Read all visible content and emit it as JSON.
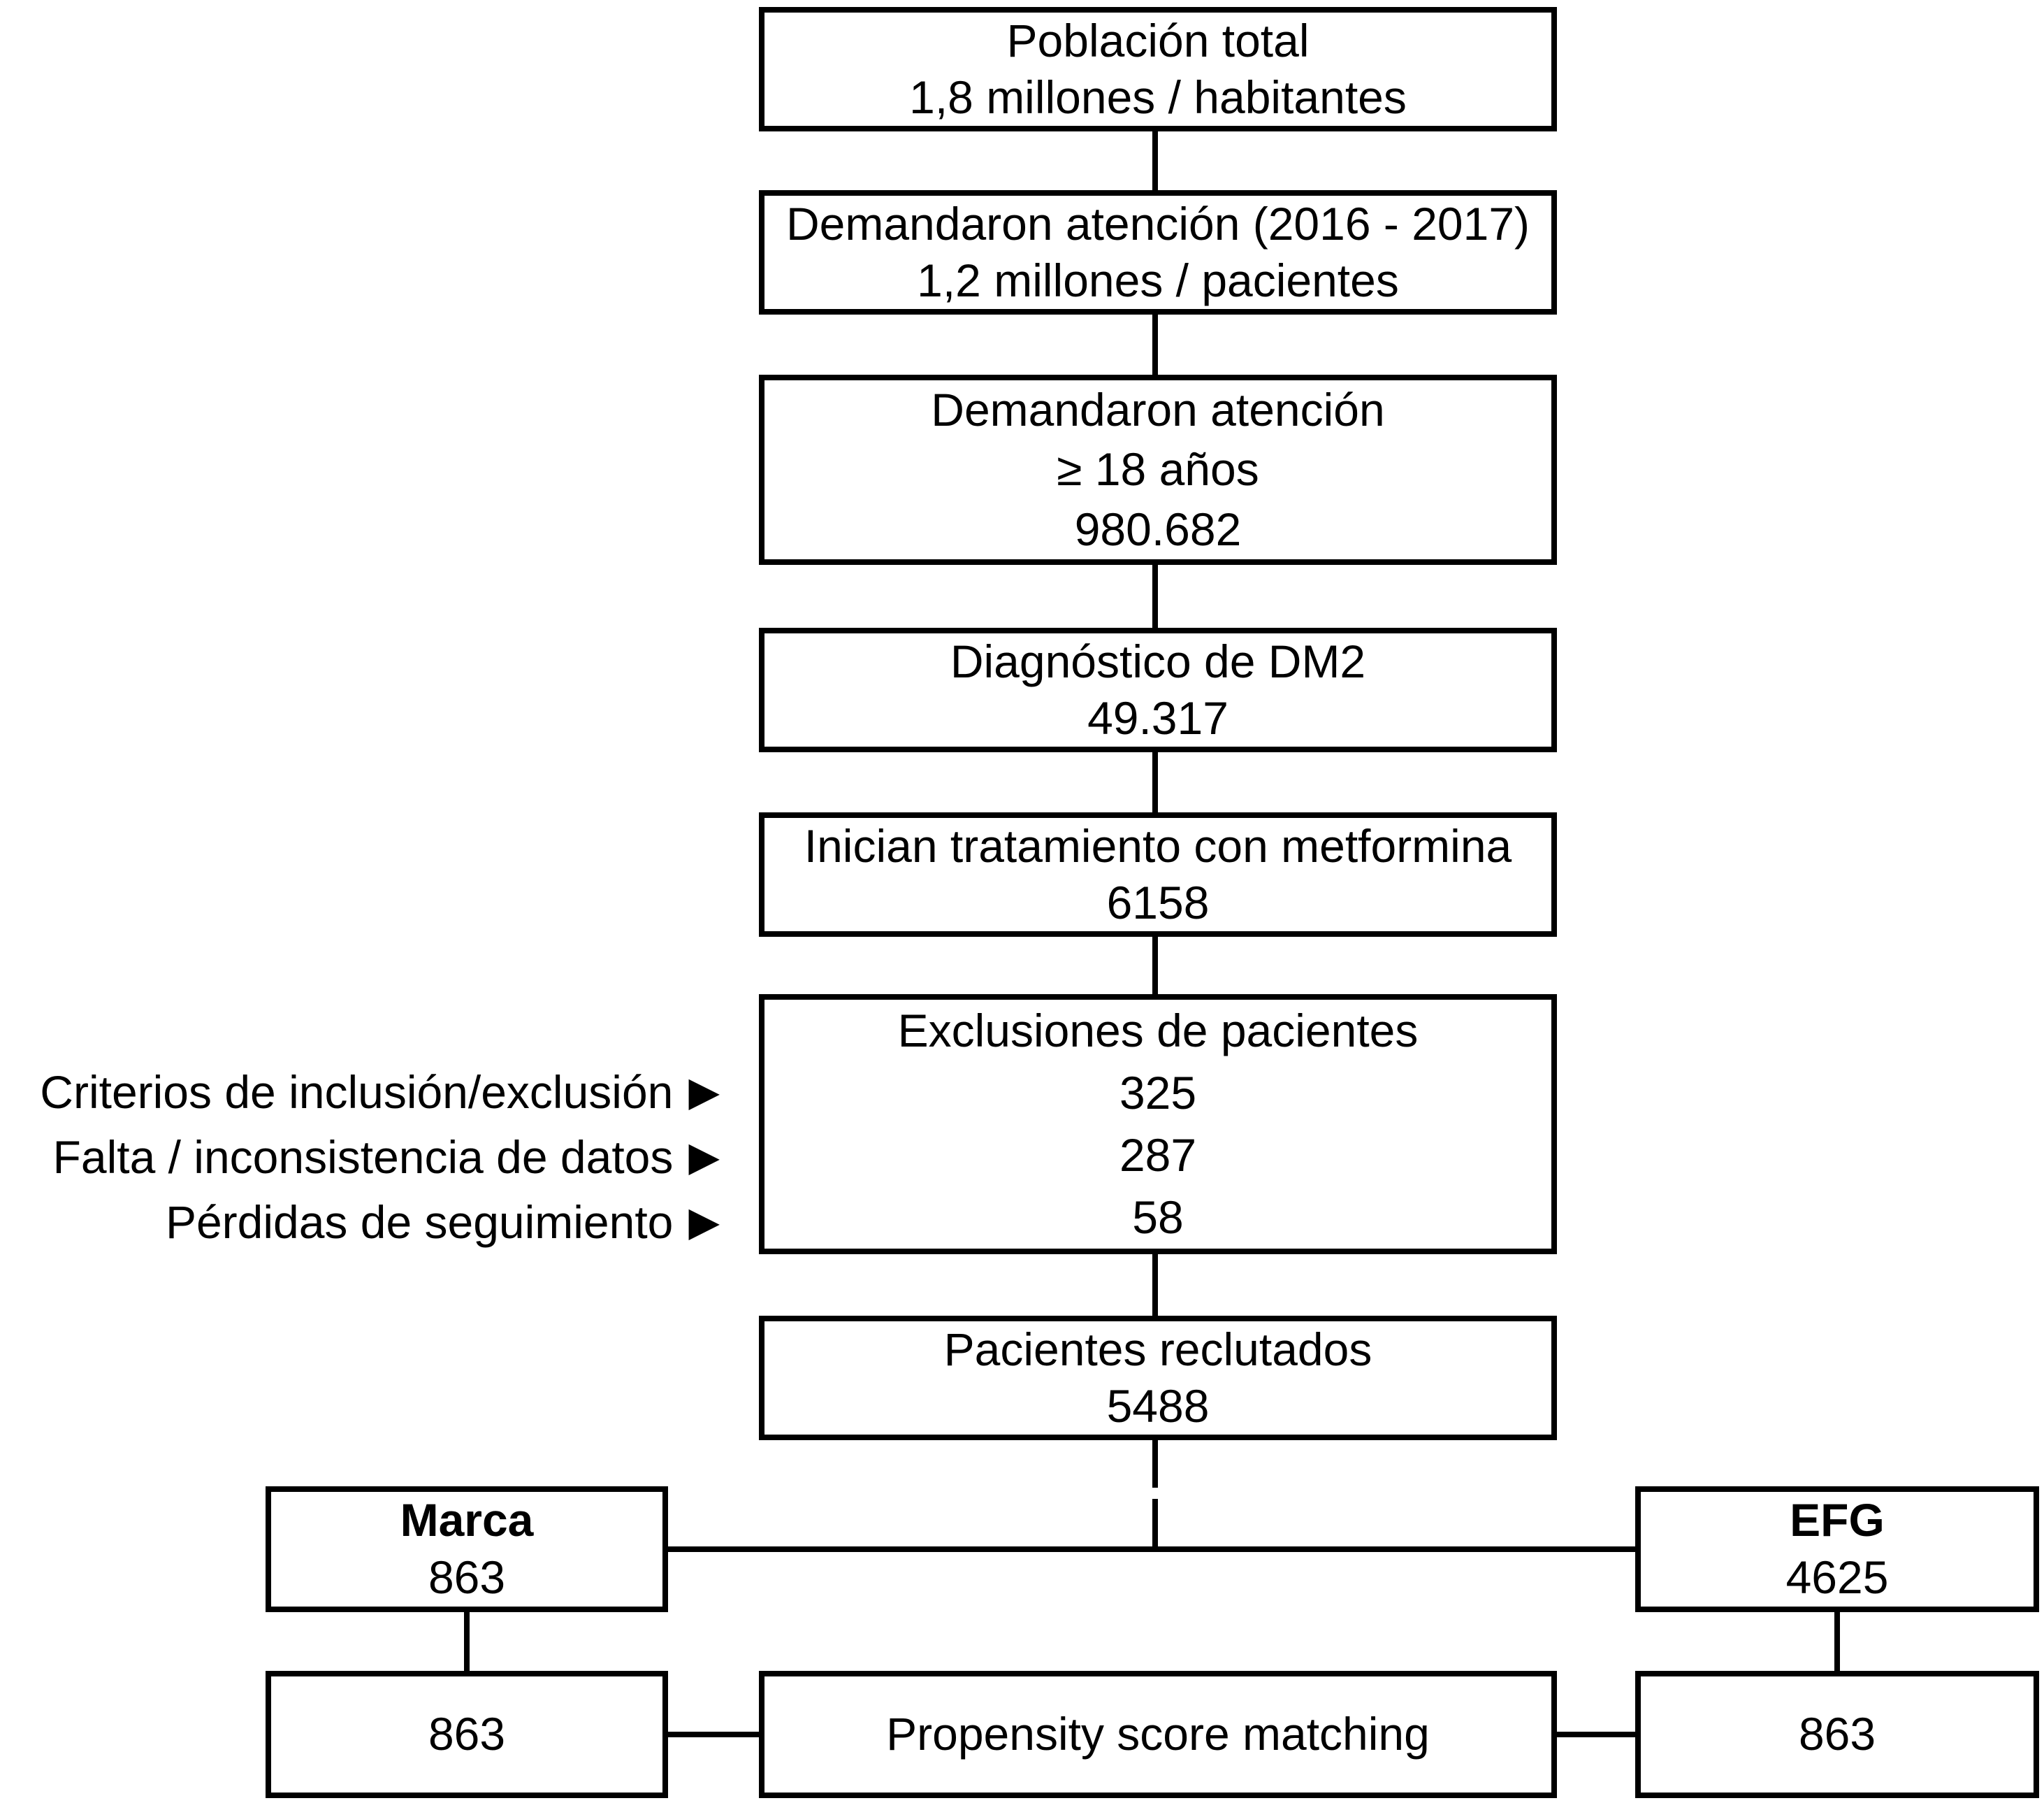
{
  "flowchart": {
    "main_boxes": [
      {
        "id": "poblacion-total",
        "lines": [
          "Población total",
          "1,8 millones / habitantes"
        ]
      },
      {
        "id": "demandaron-atencion-2016-2017",
        "lines": [
          "Demandaron atención (2016 - 2017)",
          "1,2 millones / pacientes"
        ]
      },
      {
        "id": "demandaron-atencion-18",
        "lines": [
          "Demandaron atención",
          "≥ 18 años",
          "980.682"
        ]
      },
      {
        "id": "diagnostico-dm2",
        "lines": [
          "Diagnóstico de DM2",
          "49.317"
        ]
      },
      {
        "id": "inician-metformina",
        "lines": [
          "Inician tratamiento con metformina",
          "6158"
        ]
      },
      {
        "id": "exclusiones",
        "lines": [
          "Exclusiones de pacientes",
          "325",
          "287",
          "58"
        ]
      },
      {
        "id": "pacientes-reclutados",
        "lines": [
          "Pacientes reclutados",
          "5488"
        ]
      }
    ],
    "exclusion_labels": [
      "Criterios de inclusión/exclusión",
      "Falta / inconsistencia de datos",
      "Pérdidas de seguimiento"
    ],
    "arrow_glyph": "▶",
    "branch_boxes": {
      "left": {
        "title": "Marca",
        "value": "863"
      },
      "right": {
        "title": "EFG",
        "value": "4625"
      }
    },
    "bottom_boxes": {
      "left_value": "863",
      "center_label": "Propensity score matching",
      "right_value": "863"
    },
    "colors": {
      "line": "#000000",
      "background": "#ffffff",
      "text": "#000000"
    }
  }
}
